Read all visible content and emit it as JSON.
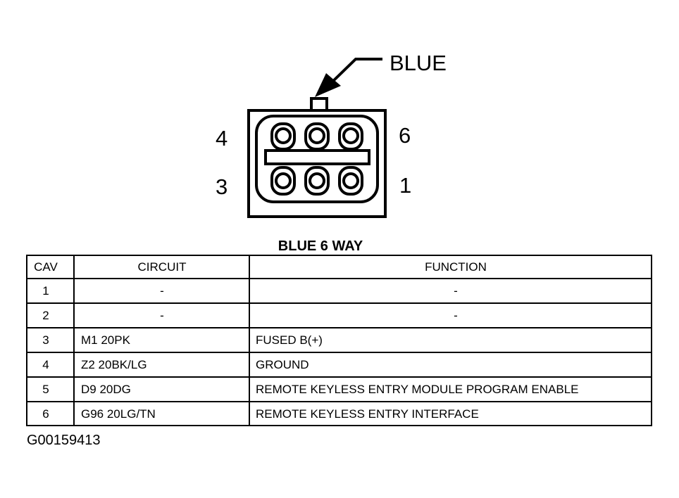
{
  "connector": {
    "color_label": "BLUE",
    "pin_labels": {
      "top_left": "4",
      "top_right": "6",
      "bottom_left": "3",
      "bottom_right": "1"
    }
  },
  "table": {
    "title": "BLUE 6 WAY",
    "headers": {
      "cav": "CAV",
      "circuit": "CIRCUIT",
      "function": "FUNCTION"
    },
    "rows": [
      {
        "cav": "1",
        "circuit": "-",
        "function": "-"
      },
      {
        "cav": "2",
        "circuit": "-",
        "function": "-"
      },
      {
        "cav": "3",
        "circuit": "M1 20PK",
        "function": "FUSED B(+)"
      },
      {
        "cav": "4",
        "circuit": "Z2 20BK/LG",
        "function": "GROUND"
      },
      {
        "cav": "5",
        "circuit": "D9 20DG",
        "function": "REMOTE KEYLESS ENTRY MODULE PROGRAM ENABLE"
      },
      {
        "cav": "6",
        "circuit": "G96 20LG/TN",
        "function": "REMOTE KEYLESS ENTRY INTERFACE"
      }
    ]
  },
  "figure_id": "G00159413"
}
